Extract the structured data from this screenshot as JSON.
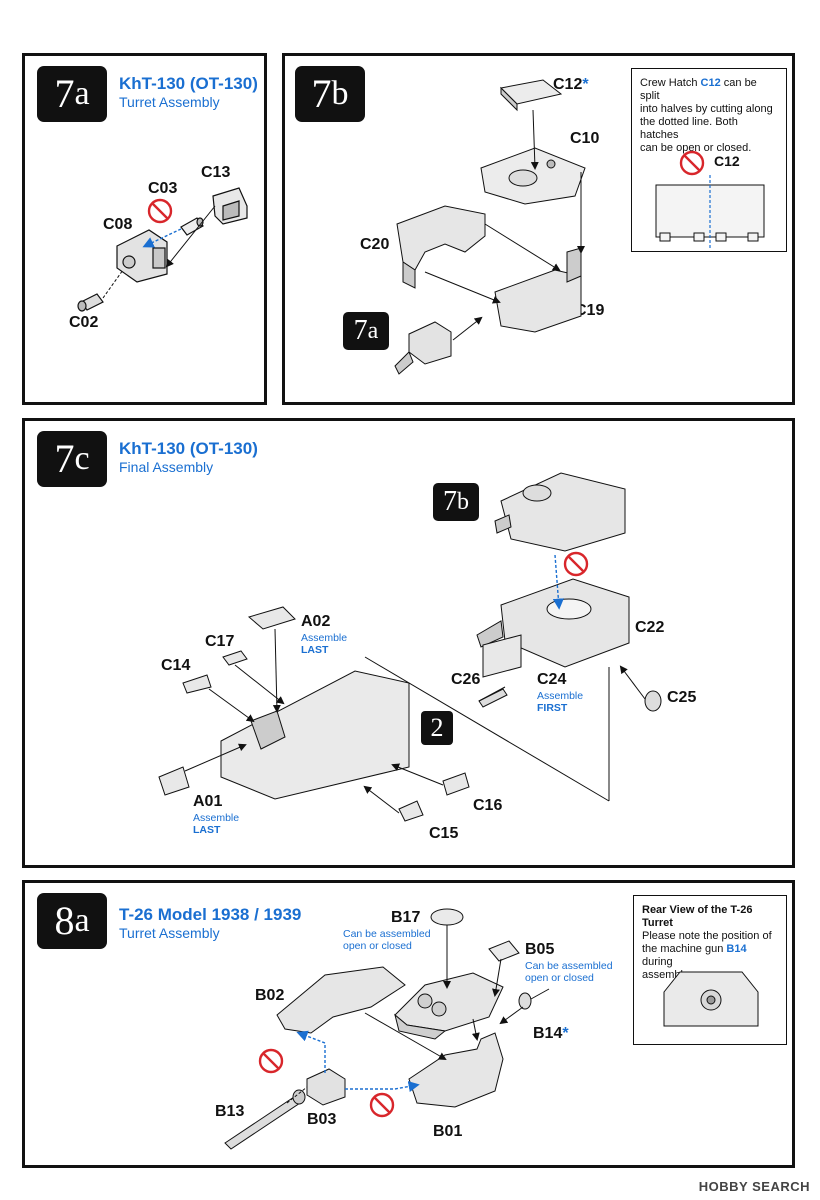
{
  "step7a": {
    "badge_num": "7",
    "badge_letter": "a",
    "title": "KhT-130 (OT-130)",
    "subtitle": "Turret Assembly",
    "parts": {
      "c13": "C13",
      "c03": "C03",
      "c08": "C08",
      "c02": "C02"
    }
  },
  "step7b": {
    "badge_num": "7",
    "badge_letter": "b",
    "parts": {
      "c12": "C12",
      "c12_star": "*",
      "c10": "C10",
      "c20": "C20",
      "c19": "C19"
    },
    "ref_badge_num": "7",
    "ref_badge_letter": "a",
    "info": {
      "line1_pre": "Crew Hatch ",
      "line1_part": "C12",
      "line1_post": " can be split",
      "line2": "into halves by cutting along",
      "line3": "the dotted line.  Both hatches",
      "line4": "can be open or closed.",
      "part_label": "C12"
    }
  },
  "step7c": {
    "badge_num": "7",
    "badge_letter": "c",
    "title": "KhT-130 (OT-130)",
    "subtitle": "Final Assembly",
    "ref_badge_num": "7",
    "ref_badge_letter": "b",
    "ref_box": "2",
    "parts": {
      "a02": "A02",
      "a02_note1": "Assemble",
      "a02_note2": "LAST",
      "c17": "C17",
      "c14": "C14",
      "a01": "A01",
      "a01_note1": "Assemble",
      "a01_note2": "LAST",
      "c22": "C22",
      "c26": "C26",
      "c24": "C24",
      "c24_note1": "Assemble",
      "c24_note2": "FIRST",
      "c25": "C25",
      "c16": "C16",
      "c15": "C15"
    }
  },
  "step8a": {
    "badge_num": "8",
    "badge_letter": "a",
    "title": "T-26 Model 1938 / 1939",
    "subtitle": "Turret Assembly",
    "parts": {
      "b17": "B17",
      "b17_note1": "Can be assembled",
      "b17_note2": "open or closed",
      "b05": "B05",
      "b05_note1": "Can be assembled",
      "b05_note2": "open or closed",
      "b02": "B02",
      "b14": "B14",
      "b14_star": "*",
      "b13": "B13",
      "b03": "B03",
      "b01": "B01"
    },
    "info": {
      "heading": "Rear View of the T-26 Turret",
      "line1": "Please note the position of",
      "line2_pre": "the machine gun ",
      "line2_part": "B14",
      "line2_post": " during",
      "line3": "assembly."
    }
  },
  "footer": "HOBBY SEARCH",
  "colors": {
    "accent_blue": "#1a6fd1",
    "no_glue_red": "#d8262b",
    "ink": "#111111"
  }
}
